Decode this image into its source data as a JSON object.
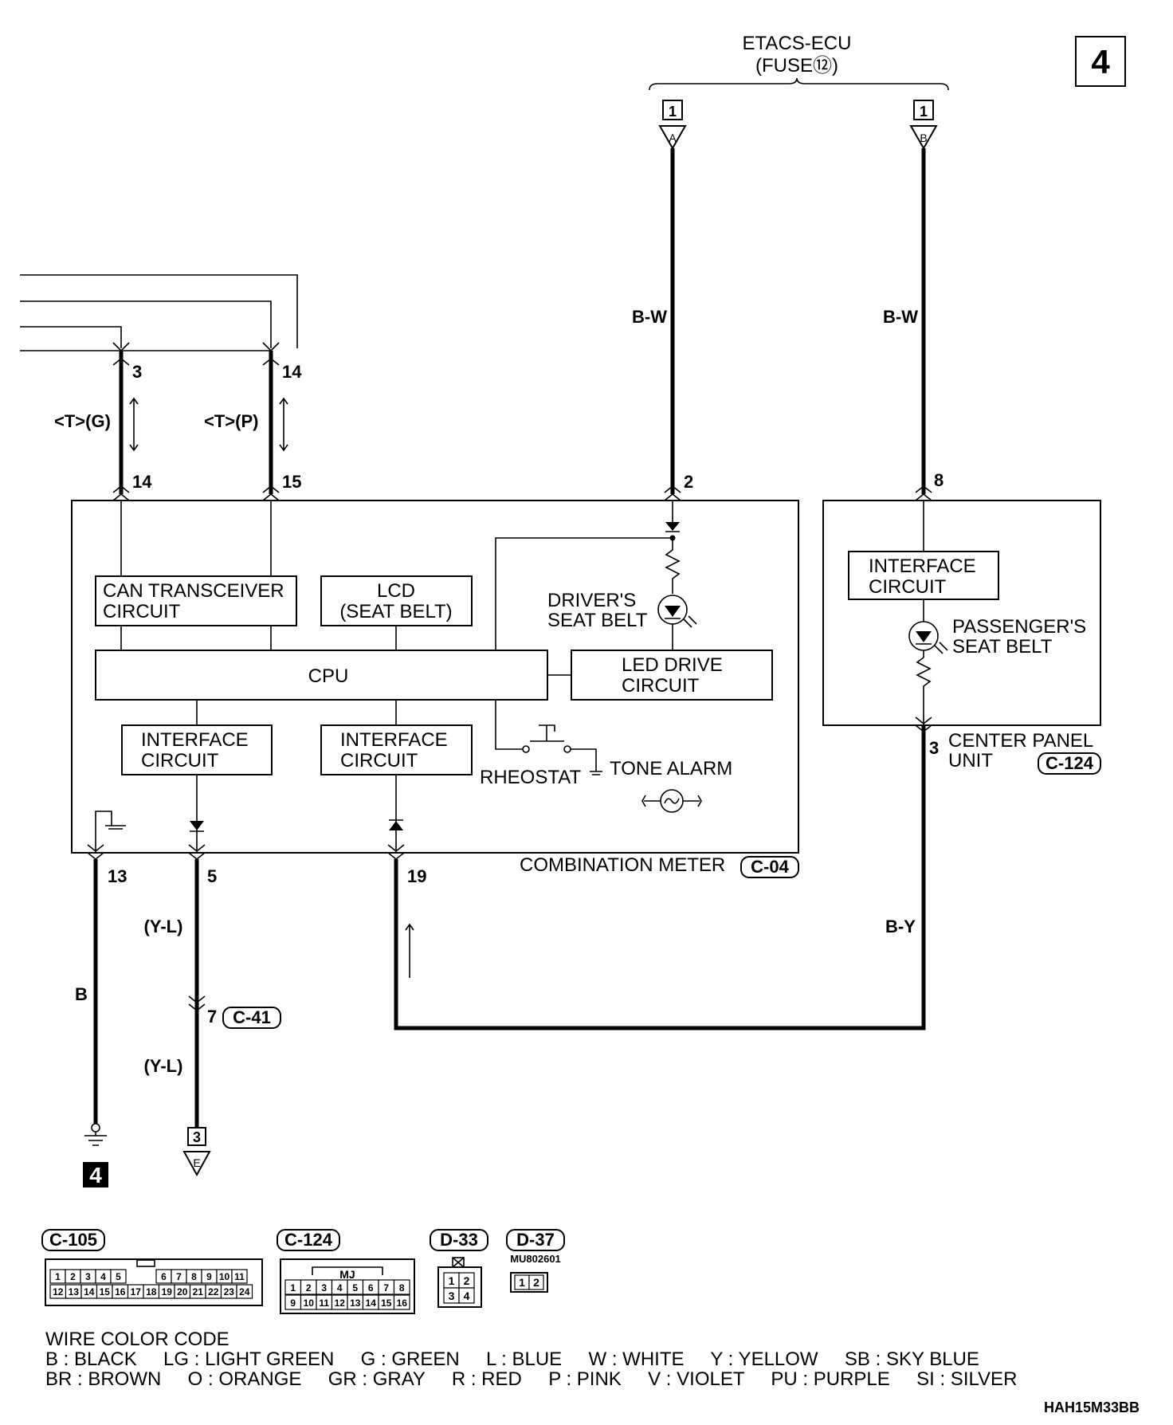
{
  "page_number": "4",
  "etacs": {
    "title": "ETACS-ECU",
    "fuse": "(FUSE⑫)"
  },
  "connectors_top": [
    {
      "num": "1",
      "letter": "A"
    },
    {
      "num": "1",
      "letter": "B"
    }
  ],
  "wire_colors": {
    "bw_left": "B-W",
    "bw_right": "B-W",
    "by": "B-Y",
    "b": "B",
    "yl_top": "(Y-L)",
    "yl_bottom": "(Y-L)",
    "tg": "<T>(G)",
    "tp": "<T>(P)"
  },
  "pins": {
    "p3_top": "3",
    "p14_top": "14",
    "p14_meter": "14",
    "p15_meter": "15",
    "p2": "2",
    "p8": "8",
    "p3_center": "3",
    "p13": "13",
    "p5": "5",
    "p19": "19",
    "p7": "7"
  },
  "combination_meter": {
    "can_l1": "CAN TRANSCEIVER",
    "can_l2": "CIRCUIT",
    "lcd_l1": "LCD",
    "lcd_l2": "(SEAT BELT)",
    "cpu": "CPU",
    "led_l1": "LED DRIVE",
    "led_l2": "CIRCUIT",
    "if1_l1": "INTERFACE",
    "if1_l2": "CIRCUIT",
    "if2_l1": "INTERFACE",
    "if2_l2": "CIRCUIT",
    "driver_l1": "DRIVER'S",
    "driver_l2": "SEAT BELT",
    "rheostat": "RHEOSTAT",
    "tone": "TONE ALARM",
    "name": "COMBINATION METER",
    "code": "C-04"
  },
  "center_panel": {
    "if_l1": "INTERFACE",
    "if_l2": "CIRCUIT",
    "pass_l1": "PASSENGER'S",
    "pass_l2": "SEAT BELT",
    "name_l1": "CENTER PANEL",
    "name_l2": "UNIT",
    "code": "C-124"
  },
  "c41": "C-41",
  "ground_num": "4",
  "conn_bottom": {
    "num": "3",
    "letter": "E"
  },
  "connector_views": [
    {
      "code": "C-105",
      "row1": [
        "1",
        "2",
        "3",
        "4",
        "5",
        "",
        "6",
        "7",
        "8",
        "9",
        "10",
        "11"
      ],
      "row2": [
        "12",
        "13",
        "14",
        "15",
        "16",
        "17",
        "18",
        "19",
        "20",
        "21",
        "22",
        "23",
        "24"
      ]
    },
    {
      "code": "C-124",
      "header": "MJ",
      "row1": [
        "1",
        "2",
        "3",
        "4",
        "5",
        "6",
        "7",
        "8"
      ],
      "row2": [
        "9",
        "10",
        "11",
        "12",
        "13",
        "14",
        "15",
        "16"
      ]
    },
    {
      "code": "D-33",
      "pins": [
        "1",
        "2",
        "3",
        "4"
      ]
    },
    {
      "code": "D-37",
      "part": "MU802601",
      "pins": [
        "1",
        "2"
      ]
    }
  ],
  "legend": {
    "title": "WIRE COLOR CODE",
    "line1": "B : BLACK     LG : LIGHT GREEN     G : GREEN     L : BLUE     W : WHITE     Y : YELLOW     SB : SKY BLUE",
    "line2": "BR : BROWN     O : ORANGE     GR : GRAY     R : RED     P : PINK     V : VIOLET     PU : PURPLE     SI : SILVER"
  },
  "figure_id": "HAH15M33BB"
}
